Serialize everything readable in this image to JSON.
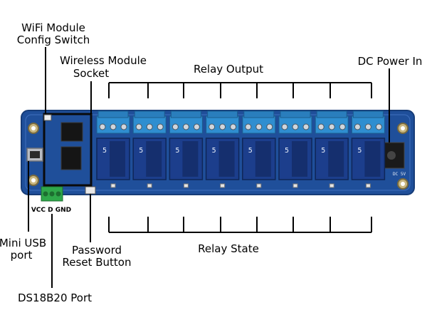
{
  "labels": {
    "wifi_config_line1": "WiFi Module",
    "wifi_config_line2": "Config Switch",
    "wireless_socket_line1": "Wireless Module",
    "wireless_socket_line2": "Socket",
    "relay_output": "Relay Output",
    "dc_power_in": "DC Power In",
    "mini_usb_line1": "Mini USB",
    "mini_usb_line2": "port",
    "password_reset_line1": "Password",
    "password_reset_line2": "Reset Button",
    "relay_state": "Relay State",
    "ds18b20_port": "DS18B20 Port",
    "vcc_d_gnd": "VCC D GND"
  },
  "board": {
    "relay_count": 8,
    "relay_marking": "5",
    "dc_marking": "DC 5V",
    "pcb_color": "#1f4f9a",
    "relay_color": "#1c3e8c",
    "terminal_color": "#2f8ed0",
    "ds_terminal_color": "#2fa84a"
  }
}
